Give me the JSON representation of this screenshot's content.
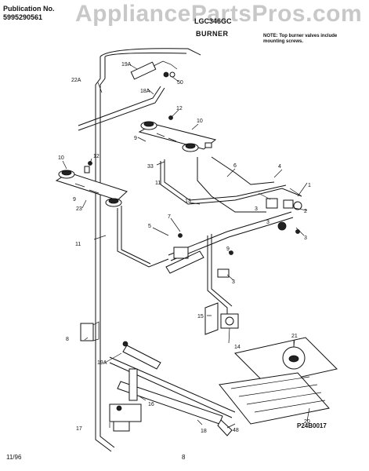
{
  "header": {
    "publication_label": "Publication No.",
    "publication_number": "5995290561",
    "model": "LGC346GC",
    "section_title": "BURNER",
    "note": "NOTE: Top burner valves include mounting screws."
  },
  "watermark": "AppliancePartsPros.com",
  "footer": {
    "date": "11/96",
    "page": "8",
    "figure_id": "P24B0017"
  },
  "callouts": [
    "1",
    "2",
    "3",
    "3",
    "3",
    "3",
    "4",
    "5",
    "6",
    "7",
    "8",
    "9",
    "9",
    "9",
    "10",
    "10",
    "11",
    "11",
    "12",
    "12",
    "13",
    "14",
    "15",
    "16",
    "17",
    "18",
    "18A",
    "19",
    "19A",
    "20",
    "21",
    "22A",
    "23",
    "33",
    "48",
    "50"
  ]
}
